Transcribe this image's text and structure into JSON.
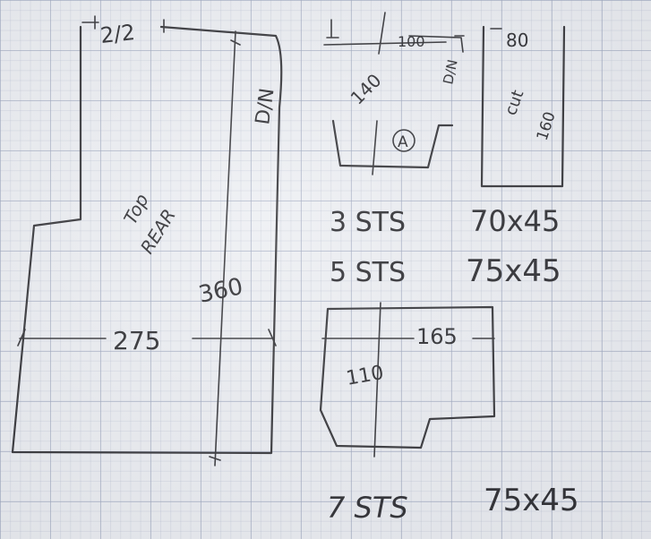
{
  "main_drawing": {
    "dim_top": "2/2",
    "dim_right": "D/N",
    "note_line1": "Top",
    "note_line2": "REAR",
    "dim_height": "360",
    "dim_width": "275"
  },
  "detail_a": {
    "dim_top": "100",
    "dim_side": "D/N",
    "dim_angle": "140",
    "marker": "A"
  },
  "detail_cut": {
    "dim_top": "80",
    "label": "cut",
    "dim_side": "160"
  },
  "specs": {
    "row1_sts": "3 STS",
    "row1_size": "70x45",
    "row2_sts": "5 STS",
    "row2_size": "75x45",
    "row3_sts": "7 STS",
    "row3_size": "75x45"
  },
  "detail_lower": {
    "dim_width": "165",
    "dim_height": "110"
  },
  "colors": {
    "ink": "#2a2a2e",
    "paper": "#eceef2",
    "grid": "#96a0b9"
  }
}
